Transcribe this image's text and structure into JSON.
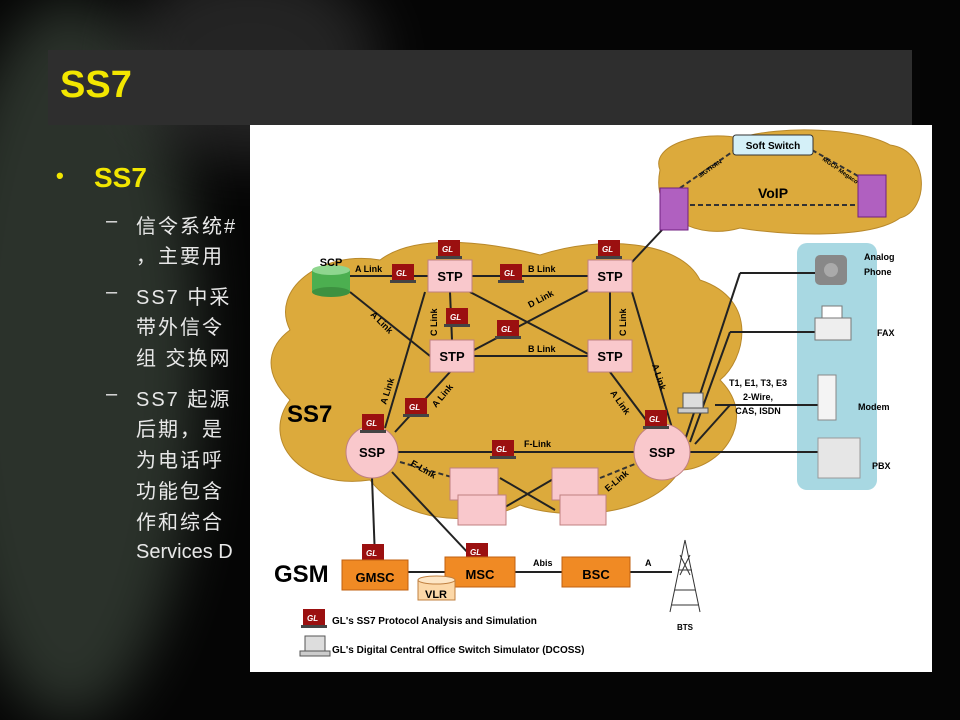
{
  "slide": {
    "title": "SS7",
    "bullet": "SS7",
    "lines": [
      "信令系统#",
      "，主要用",
      "SS7 中采",
      "带外信令",
      "组 交换网",
      "SS7 起源",
      "后期，是",
      "为电话呼",
      "功能包含",
      "作和综合",
      "Services D"
    ]
  },
  "diagram": {
    "soft_switch": "Soft Switch",
    "sigtran": "SIGTRAN",
    "mgcp": "MGCP Megaco",
    "voip": "VoIP",
    "scp": "SCP",
    "stp": "STP",
    "ssp": "SSP",
    "ss7": "SS7",
    "gsm": "GSM",
    "gl": "GL",
    "links": {
      "a": "A Link",
      "b": "B Link",
      "c": "C Link",
      "d": "D Link",
      "e": "E-Link",
      "f": "F-Link",
      "abis": "Abis",
      "a_iface": "A"
    },
    "gsm_nodes": {
      "gmsc": "GMSC",
      "msc": "MSC",
      "bsc": "BSC",
      "vlr": "VLR",
      "bts": "BTS"
    },
    "devices": {
      "analog": "Analog",
      "phone": "Phone",
      "fax": "FAX",
      "modem": "Modem",
      "pbx": "PBX"
    },
    "interfaces": [
      "T1, E1, T3, E3",
      "2-Wire,",
      "CAS, ISDN"
    ],
    "legend": [
      "GL's SS7 Protocol Analysis and Simulation",
      "GL's Digital Central Office Switch Simulator (DCOSS)"
    ]
  }
}
